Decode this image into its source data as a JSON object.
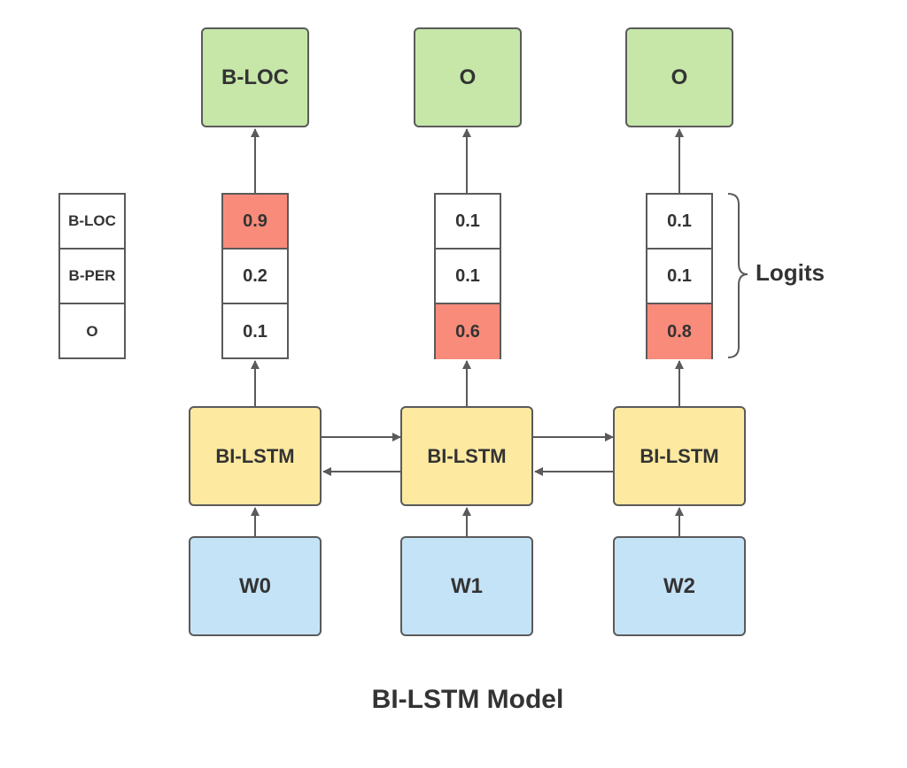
{
  "outputs": [
    "B-LOC",
    "O",
    "O"
  ],
  "legend": [
    "B-LOC",
    "B-PER",
    "O"
  ],
  "logits": [
    {
      "values": [
        "0.9",
        "0.2",
        "0.1"
      ],
      "highlight": 0
    },
    {
      "values": [
        "0.1",
        "0.1",
        "0.6"
      ],
      "highlight": 2
    },
    {
      "values": [
        "0.1",
        "0.1",
        "0.8"
      ],
      "highlight": 2
    }
  ],
  "lstm_label": "BI-LSTM",
  "inputs": [
    "W0",
    "W1",
    "W2"
  ],
  "logits_label": "Logits",
  "title": "BI-LSTM Model",
  "colors": {
    "output": "#c6e7a8",
    "lstm": "#fde9a0",
    "input": "#c5e3f6",
    "highlight": "#f98b7b",
    "stroke": "#5a5a5a"
  }
}
